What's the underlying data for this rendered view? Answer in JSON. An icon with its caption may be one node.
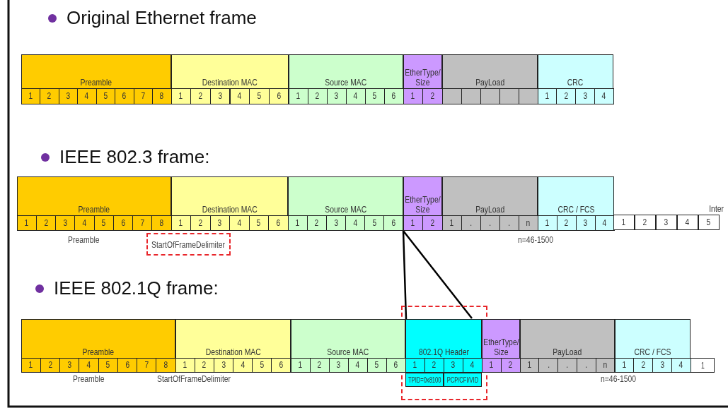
{
  "diagram": {
    "nodes": [
      {
        "text": [
          "Preamble"
        ]
      },
      {
        "text": [
          "1"
        ],
        "in": 0
      },
      {
        "text": [
          "2"
        ],
        "in": 0
      },
      {
        "text": [
          "3"
        ],
        "in": 0
      },
      {
        "text": [
          "4"
        ],
        "in": 0
      },
      {
        "text": [
          "5"
        ],
        "in": 0
      },
      {
        "text": [
          "6"
        ],
        "in": 0
      },
      {
        "text": [
          "7"
        ],
        "in": 0
      },
      {
        "text": [
          "8"
        ],
        "in": 0
      },
      {
        "text": [
          "Destination MAC"
        ]
      },
      {
        "text": [
          "1"
        ],
        "in": 9
      },
      {
        "text": [
          "2"
        ],
        "in": 9
      },
      {
        "text": [
          "3"
        ],
        "in": 9
      },
      {
        "text": [
          "4"
        ],
        "in": 9
      },
      {
        "text": [
          "5"
        ],
        "in": 9
      },
      {
        "text": [
          "6"
        ],
        "in": 9
      },
      {
        "text": [
          "Source MAC"
        ]
      },
      {
        "text": [
          "1"
        ],
        "in": 16
      },
      {
        "text": [
          "2"
        ],
        "in": 16
      },
      {
        "text": [
          "3"
        ],
        "in": 16
      },
      {
        "text": [
          "4"
        ],
        "in": 16
      },
      {
        "text": [
          "5"
        ],
        "in": 16
      },
      {
        "text": [
          "6"
        ],
        "in": 16
      },
      {
        "text": [
          "EtherType/ Size"
        ]
      },
      {
        "text": [
          "1"
        ],
        "in": 23
      },
      {
        "text": [
          "2"
        ],
        "in": 23
      },
      {
        "text": [
          "PayLoad"
        ]
      },
      {
        "text": [],
        "shape": "box",
        "in": 26
      },
      {
        "text": [],
        "shape": "box",
        "in": 26
      },
      {
        "text": [],
        "shape": "box",
        "in": 26
      },
      {
        "text": [],
        "shape": "box",
        "in": 26
      },
      {
        "text": [],
        "shape": "box",
        "in": 26
      },
      {
        "text": [
          "CRC"
        ]
      },
      {
        "text": [
          "1"
        ],
        "in": 32
      },
      {
        "text": [
          "2"
        ],
        "in": 32
      },
      {
        "text": [
          "3"
        ],
        "in": 32
      },
      {
        "text": [
          "4"
        ],
        "in": 32
      },
      {
        "text": [
          "Preamble"
        ]
      },
      {
        "text": [
          "1"
        ],
        "in": 37
      },
      {
        "text": [
          "2"
        ],
        "in": 37
      },
      {
        "text": [
          "3"
        ],
        "in": 37
      },
      {
        "text": [
          "4"
        ],
        "in": 37
      },
      {
        "text": [
          "5"
        ],
        "in": 37
      },
      {
        "text": [
          "6"
        ],
        "in": 37
      },
      {
        "text": [
          "7"
        ],
        "in": 37
      },
      {
        "text": [
          "8"
        ],
        "in": 37
      },
      {
        "text": [
          "Destination MAC"
        ]
      },
      {
        "text": [
          "1"
        ],
        "in": 46
      },
      {
        "text": [
          "2"
        ],
        "in": 46
      },
      {
        "text": [
          "3"
        ],
        "in": 46
      },
      {
        "text": [
          "4"
        ],
        "in": 46
      },
      {
        "text": [
          "5"
        ],
        "in": 46
      },
      {
        "text": [
          "6"
        ],
        "in": 46
      },
      {
        "text": [
          "Source MAC"
        ]
      },
      {
        "text": [
          "1"
        ],
        "in": 53
      },
      {
        "text": [
          "2"
        ],
        "in": 53
      },
      {
        "text": [
          "3"
        ],
        "in": 53
      },
      {
        "text": [
          "4"
        ],
        "in": 53
      },
      {
        "text": [
          "5"
        ],
        "in": 53
      },
      {
        "text": [
          "6"
        ],
        "in": 53
      },
      {
        "text": [
          "EtherType/ Size"
        ]
      },
      {
        "text": [
          "1"
        ],
        "in": 60
      },
      {
        "text": [
          "2"
        ],
        "in": 60
      },
      {
        "text": [
          "PayLoad"
        ]
      },
      {
        "text": [
          "1"
        ],
        "in": 63
      },
      {
        "text": [
          "."
        ],
        "in": 63
      },
      {
        "text": [
          "."
        ],
        "in": 63
      },
      {
        "text": [
          "."
        ],
        "in": 63
      },
      {
        "text": [
          "n"
        ],
        "in": 63
      },
      {
        "text": [
          "CRC / FCS"
        ]
      },
      {
        "text": [
          "1"
        ],
        "in": 69
      },
      {
        "text": [
          "2"
        ],
        "in": 69
      },
      {
        "text": [
          "3"
        ],
        "in": 69
      },
      {
        "text": [
          "4"
        ],
        "in": 69
      },
      {
        "text": [
          "Inter"
        ]
      },
      {
        "text": [
          "1"
        ],
        "in": 74
      },
      {
        "text": [
          "2"
        ],
        "in": 74
      },
      {
        "text": [
          "3"
        ],
        "in": 74
      },
      {
        "text": [
          "4"
        ],
        "in": 74
      },
      {
        "text": [
          "5"
        ],
        "in": 74
      },
      {
        "text": [
          "StartOfFrameDelimiter"
        ]
      },
      {
        "text": [],
        "shape": "box"
      },
      {
        "text": [
          "Preamble"
        ]
      },
      {
        "text": [
          "1"
        ],
        "in": 82
      },
      {
        "text": [
          "2"
        ],
        "in": 82
      },
      {
        "text": [
          "3"
        ],
        "in": 82
      },
      {
        "text": [
          "4"
        ],
        "in": 82
      },
      {
        "text": [
          "5"
        ],
        "in": 82
      },
      {
        "text": [
          "6"
        ],
        "in": 82
      },
      {
        "text": [
          "7"
        ],
        "in": 82
      },
      {
        "text": [
          "8"
        ],
        "in": 82
      },
      {
        "text": [
          "Destination MAC"
        ]
      },
      {
        "text": [
          "1"
        ],
        "in": 91
      },
      {
        "text": [
          "2"
        ],
        "in": 91
      },
      {
        "text": [
          "3"
        ],
        "in": 91
      },
      {
        "text": [
          "4"
        ],
        "in": 91
      },
      {
        "text": [
          "5"
        ],
        "in": 91
      },
      {
        "text": [
          "6"
        ],
        "in": 91
      },
      {
        "text": [
          "Source MAC"
        ]
      },
      {
        "text": [
          "1"
        ],
        "in": 98
      },
      {
        "text": [
          "2"
        ],
        "in": 98
      },
      {
        "text": [
          "3"
        ],
        "in": 98
      },
      {
        "text": [
          "4"
        ],
        "in": 98
      },
      {
        "text": [
          "5"
        ],
        "in": 98
      },
      {
        "text": [
          "6"
        ],
        "in": 98
      },
      {
        "text": [
          "802.1Q Header"
        ],
        "in": 81
      },
      {
        "text": [
          "1"
        ],
        "in": 105
      },
      {
        "text": [
          "2"
        ],
        "in": 105
      },
      {
        "text": [
          "3"
        ],
        "in": 105
      },
      {
        "text": [
          "4"
        ],
        "in": 105
      },
      {
        "text": [
          "TPID=0x8100"
        ],
        "in": 81
      },
      {
        "text": [
          "PCP/CFI/VID"
        ],
        "in": 81
      },
      {
        "text": [
          "EtherType/ Size"
        ]
      },
      {
        "text": [
          "1"
        ],
        "in": 112
      },
      {
        "text": [
          "2"
        ],
        "in": 112
      },
      {
        "text": [
          "PayLoad"
        ]
      },
      {
        "text": [
          "1"
        ],
        "in": 115
      },
      {
        "text": [
          "."
        ],
        "in": 115
      },
      {
        "text": [
          "."
        ],
        "in": 115
      },
      {
        "text": [
          "."
        ],
        "in": 115
      },
      {
        "text": [
          "n"
        ],
        "in": 115
      },
      {
        "text": [
          "CRC / FCS"
        ]
      },
      {
        "text": [
          "1"
        ],
        "in": 121
      },
      {
        "text": [
          "2"
        ],
        "in": 121
      },
      {
        "text": [
          "3"
        ],
        "in": 121
      },
      {
        "text": [
          "4"
        ],
        "in": 121
      },
      {
        "text": [
          "1"
        ]
      }
    ],
    "edges": [
      {
        "from": 60,
        "to": 105,
        "arrow": "none"
      }
    ],
    "labels": [
      "Original Ethernet frame",
      "IEEE 802.3 frame:",
      "Preamble",
      "n=46-1500",
      "IEEE 802.1Q frame:",
      "Preamble",
      "StartOfFrameDelimiter",
      "n=46-1500"
    ]
  }
}
